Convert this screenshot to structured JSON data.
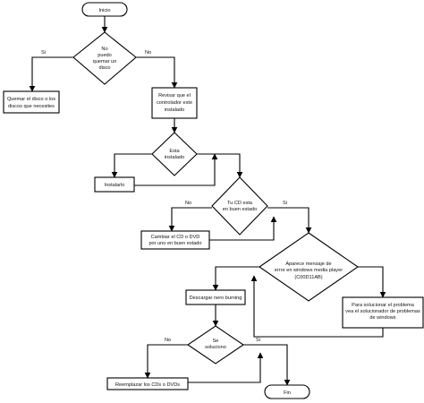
{
  "nodes": {
    "inicio": "Inicio",
    "d1": [
      "No",
      "puedo",
      "quemar un",
      "disco"
    ],
    "quemar": [
      "Quemar el disco o los",
      "discos que necesites"
    ],
    "revisar": [
      "Revisar que el",
      "controlador este",
      "instalado"
    ],
    "d2": [
      "Esta",
      "instalado"
    ],
    "instalarlo": "Instalarlo",
    "d3": [
      "Tu CD esta",
      "en buen estado"
    ],
    "cambiar": [
      "Cambiar el CD o DVD",
      "por uno en buen estado"
    ],
    "d4": [
      "Aparece mensaje de",
      "error en windows media player",
      "(C00D11AB)"
    ],
    "descargar": "Descargar nero burning",
    "solucionar": [
      "Para solucionar el problema",
      "vea el solucionador de problemas",
      "de windows"
    ],
    "d5": [
      "Se",
      "soluciono"
    ],
    "reemplazar": "Reemplazar los CDs o DVDs",
    "fin": "Fin"
  },
  "edge_labels": {
    "d1_si": "Si",
    "d1_no": "No",
    "d3_no": "No",
    "d3_si": "Si",
    "d5_no": "No",
    "d5_si": "Si"
  },
  "colors": {
    "stroke": "#000000",
    "fill": "#ffffff",
    "text": "#111111"
  }
}
